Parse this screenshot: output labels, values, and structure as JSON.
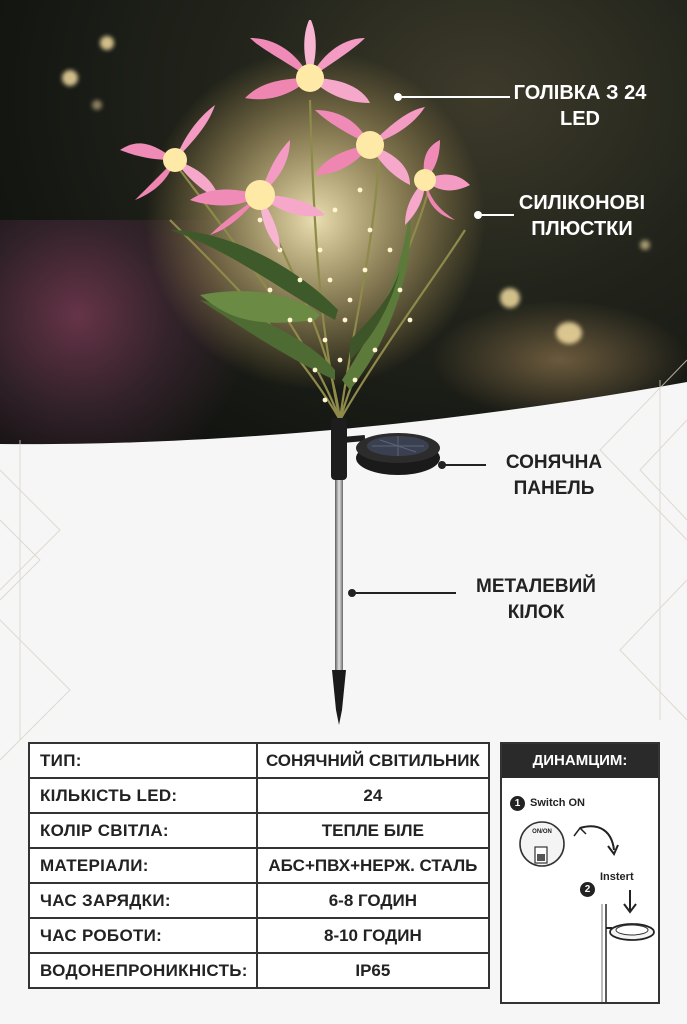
{
  "callouts": {
    "head": "ГОЛІВКА З 24 LED",
    "petals": "СИЛІКОНОВІ ПЛЮСТКИ",
    "panel": "СОНЯЧНА ПАНЕЛЬ",
    "stake": "МЕТАЛЕВИЙ КІЛОК"
  },
  "specs": [
    {
      "key": "ТИП:",
      "value": "СОНЯЧНИЙ СВІТИЛЬНИК"
    },
    {
      "key": "КІЛЬКІСТЬ LED:",
      "value": "24"
    },
    {
      "key": "КОЛІР СВІТЛА:",
      "value": "ТЕПЛЕ БІЛЕ"
    },
    {
      "key": "МАТЕРІАЛИ:",
      "value": "АБС+ПВХ+НЕРЖ. СТАЛЬ"
    },
    {
      "key": "ЧАС ЗАРЯДКИ:",
      "value": "6-8 ГОДИН"
    },
    {
      "key": "ЧАС РОБОТИ:",
      "value": "8-10 ГОДИН"
    },
    {
      "key": "ВОДОНЕПРОНИКНІСТЬ:",
      "value": "IP65"
    }
  ],
  "howto": {
    "title": "ДИНАМЦИМ:",
    "step1_num": "1",
    "step1": "Switch ON",
    "switch_label": "ON/ON",
    "step2_num": "2",
    "step2": "Instert"
  },
  "colors": {
    "petal": "#f08bb8",
    "glow": "#ffe9a6",
    "leaf": "#4f6b34",
    "ink": "#222222"
  }
}
